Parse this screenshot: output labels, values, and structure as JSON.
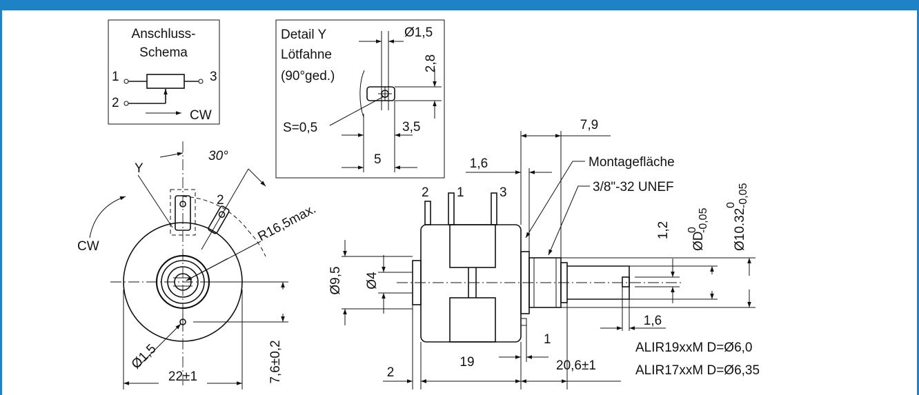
{
  "colors": {
    "frame": "#1d82c6",
    "line": "#111111"
  },
  "schema": {
    "title1": "Anschluss-",
    "title2": "Schema",
    "pin1": "1",
    "pin2": "2",
    "pin3": "3",
    "direction": "CW"
  },
  "detail": {
    "title": "Detail Y",
    "subtitle": "Lötfahne",
    "note": "(90°ged.)",
    "dim_hole": "Ø1,5",
    "dim_height": "2,8",
    "dim_thickness": "S=0,5",
    "dim_3_5": "3,5",
    "dim_5": "5"
  },
  "front": {
    "label_y": "Y",
    "label_cw": "CW",
    "angle": "30°",
    "radius": "R16,5max.",
    "pin2": "2",
    "dim_hole": "Ø1,5",
    "dim_width": "22±1",
    "dim_offset": "7,6±0,2"
  },
  "side": {
    "dim_7_9": "7,9",
    "dim_1_6_top": "1,6",
    "label_mount": "Montagefläche",
    "label_thread": "3/8\"-32 UNEF",
    "pin2": "2",
    "pin1": "1",
    "pin3": "3",
    "dim_d95": "Ø9,5",
    "dim_d4": "Ø4",
    "dim_1_2": "1,2",
    "dim_D": "ØD",
    "dim_D_tol_upper": "0",
    "dim_D_tol_lower": "-0,05",
    "dim_1032": "Ø10.32",
    "dim_1032_tol_upper": "0",
    "dim_1032_tol_lower": "-0,05",
    "dim_1_6_bottom": "1,6",
    "dim_1": "1",
    "dim_19": "19",
    "dim_2": "2",
    "dim_20_6": "20,6±1",
    "variant1": "ALIR19xxM D=Ø6,0",
    "variant2": "ALIR17xxM D=Ø6,35"
  }
}
